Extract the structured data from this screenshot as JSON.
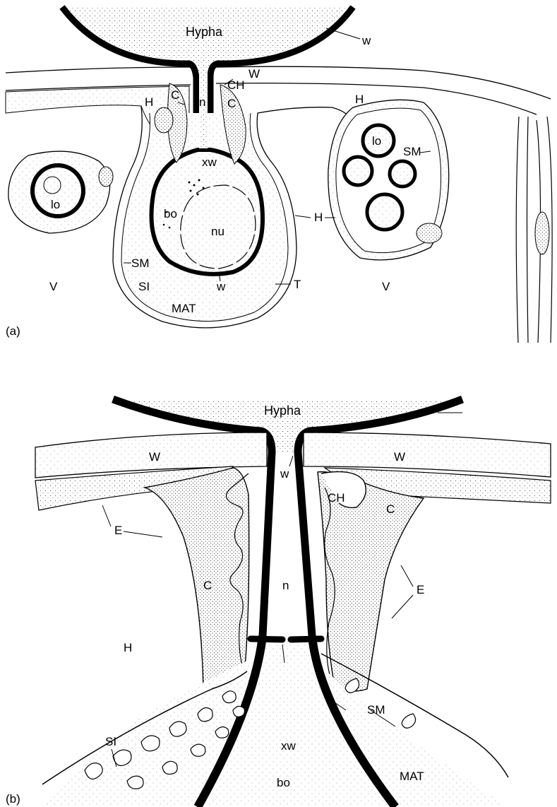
{
  "panel_a": {
    "panel_label": "(a)",
    "labels": {
      "hypha": "Hypha",
      "w_top": "w",
      "W": "W",
      "CH": "CH",
      "C_left": "C",
      "C_right": "C",
      "n": "n",
      "H_left": "H",
      "H_upper_right": "H",
      "H_mid": "H",
      "xw": "xw",
      "lo_left": "lo",
      "lo_right": "lo",
      "SM_right": "SM",
      "bo": "bo",
      "nu": "nu",
      "SM_left": "SM",
      "V_left": "V",
      "V_right": "V",
      "SI": "SI",
      "w_bottom": "w",
      "T": "T",
      "MAT": "MAT"
    }
  },
  "panel_b": {
    "panel_label": "(b)",
    "labels": {
      "hypha": "Hypha",
      "W_left": "W",
      "W_right": "W",
      "w": "w",
      "CH": "CH",
      "C_upper": "C",
      "E_left": "E",
      "C_lower": "C",
      "n": "n",
      "E_right": "E",
      "H": "H",
      "SM": "SM",
      "SI": "SI",
      "xw": "xw",
      "bo": "bo",
      "MAT": "MAT"
    }
  },
  "colors": {
    "ink": "#000000",
    "paper": "#ffffff",
    "stipple": "#555555"
  }
}
